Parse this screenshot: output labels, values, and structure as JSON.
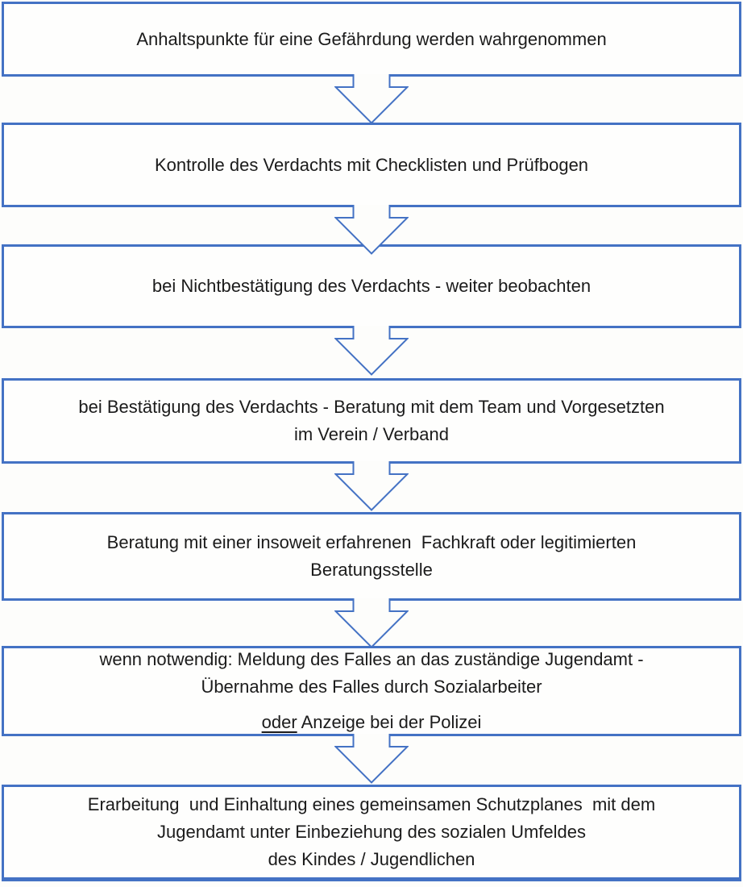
{
  "diagram": {
    "type": "flowchart",
    "direction": "top-down",
    "accent_color": "#4472C4",
    "text_color": "#1b1b1b",
    "box_fill": "#fefefd",
    "connector": "hollow-down-block-arrow",
    "boxes": [
      {
        "lines": [
          "Anhaltspunkte für eine Gefährdung werden wahrgenommen"
        ]
      },
      {
        "lines": [
          "Kontrolle des Verdachts mit Checklisten und Prüfbogen"
        ]
      },
      {
        "lines": [
          "bei Nichtbestätigung des Verdachts - weiter beobachten"
        ]
      },
      {
        "lines": [
          "bei Bestätigung des Verdachts - Beratung mit dem Team und Vorgesetzten",
          "im Verein / Verband"
        ]
      },
      {
        "lines": [
          "Beratung mit einer insoweit erfahrenen  Fachkraft oder legitimierten",
          "Beratungsstelle"
        ]
      },
      {
        "lines": [
          "wenn notwendig: Meldung des Falles an das zuständige Jugendamt -",
          "Übernahme des Falles durch Sozialarbeiter"
        ],
        "second_paragraph": {
          "underlined": "oder",
          "rest": " Anzeige bei der Polizei"
        }
      },
      {
        "lines": [
          "Erarbeitung  und Einhaltung eines gemeinsamen Schutzplanes  mit dem",
          "Jugendamt unter Einbeziehung des sozialen Umfeldes",
          "des Kindes / Jugendlichen"
        ]
      }
    ]
  }
}
